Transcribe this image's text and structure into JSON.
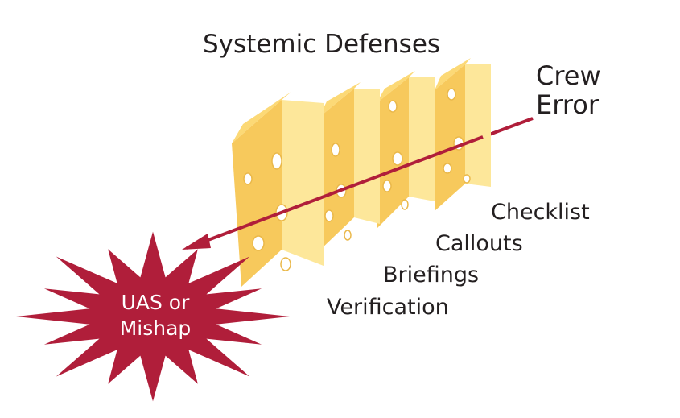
{
  "title": "Systemic Defenses",
  "error_label": {
    "line1": "Crew",
    "line2": "Error"
  },
  "defense_layers": [
    {
      "label": "Checklist"
    },
    {
      "label": "Callouts"
    },
    {
      "label": "Briefings"
    },
    {
      "label": "Verification"
    }
  ],
  "outcome": {
    "line1": "UAS or",
    "line2": "Mishap"
  },
  "colors": {
    "cheese_face": "#fde79a",
    "cheese_top": "#fcd976",
    "cheese_side": "#f7c95c",
    "cheese_hole": "#ffffff",
    "cheese_hole_shadow": "#eab84a",
    "error_path": "#b01e3a",
    "starburst": "#b01e3a",
    "text": "#231f20"
  }
}
